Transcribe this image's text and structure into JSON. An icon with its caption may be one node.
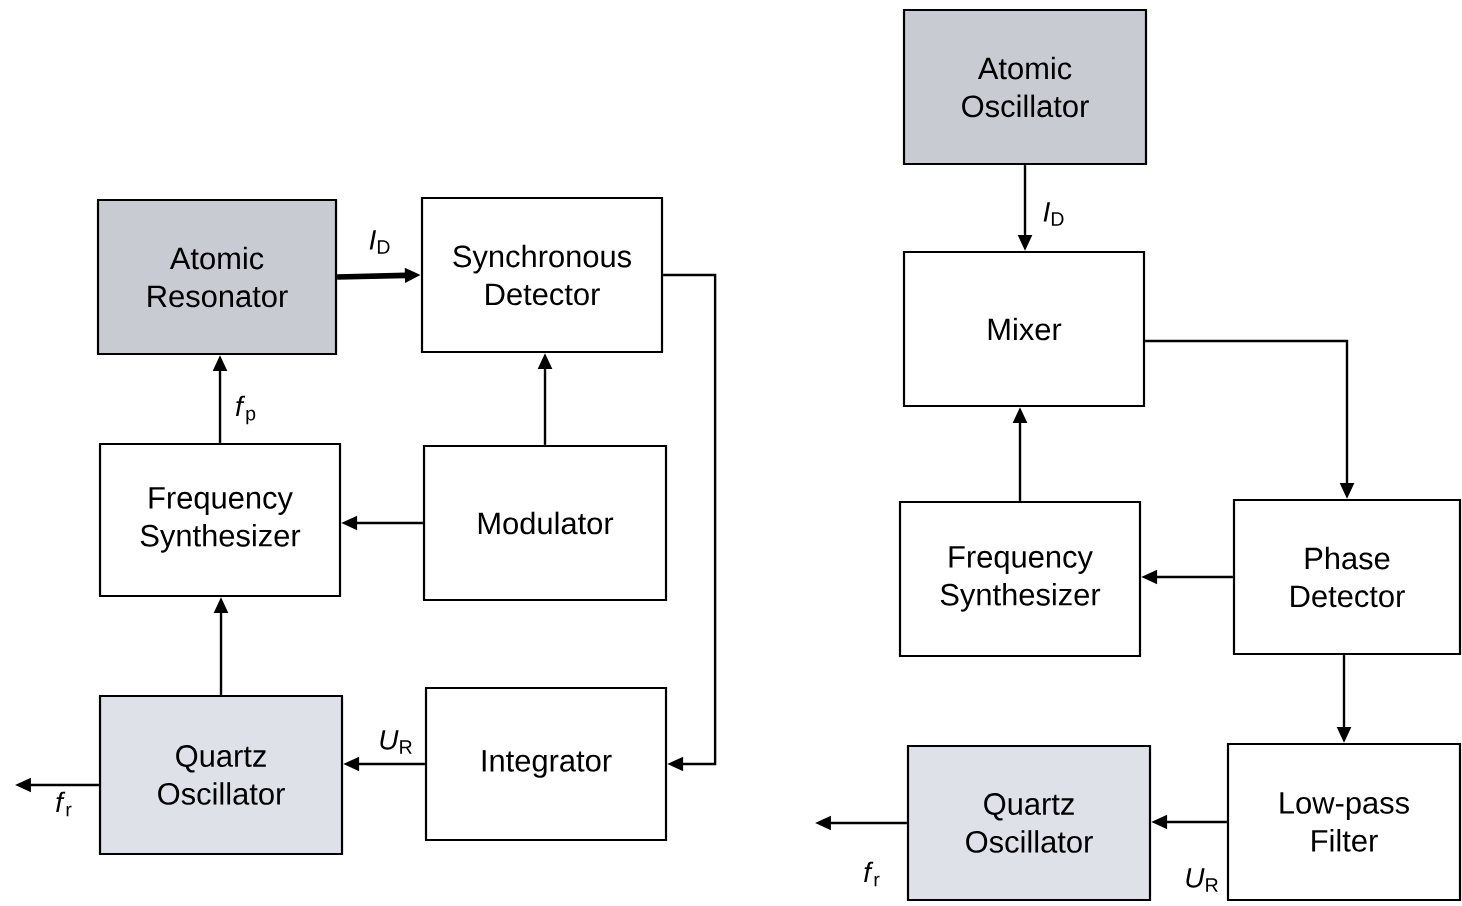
{
  "diagram": {
    "nodes": [
      {
        "text": [
          "Atomic Resonator"
        ]
      },
      {
        "text": [
          "Synchronous Detector"
        ]
      },
      {
        "text": [
          "Frequency Synthesizer"
        ]
      },
      {
        "text": [
          "Modulator"
        ]
      },
      {
        "text": [
          "Quartz Oscillator"
        ]
      },
      {
        "text": [
          "Integrator"
        ]
      },
      {
        "text": [
          "Atomic Oscillator"
        ]
      },
      {
        "text": [
          "Mixer"
        ]
      },
      {
        "text": [
          "Frequency Synthesizer"
        ]
      },
      {
        "text": [
          "Phase Detector"
        ]
      },
      {
        "text": [
          "Quartz Oscillator"
        ]
      },
      {
        "text": [
          "Low-pass Filter"
        ]
      }
    ],
    "edges": [
      {
        "from": 0,
        "to": 1,
        "arrow": "to",
        "label": "*I*$_{D}$",
        "style": "thick"
      },
      {
        "from": 3,
        "to": 1,
        "arrow": "to"
      },
      {
        "from": 3,
        "to": 2,
        "arrow": "to"
      },
      {
        "from": 2,
        "to": 0,
        "arrow": "to",
        "label": "*f*$_{p}$"
      },
      {
        "from": 4,
        "to": 2,
        "arrow": "to"
      },
      {
        "from": 1,
        "to": 5,
        "arrow": "to"
      },
      {
        "from": 5,
        "to": 4,
        "arrow": "to",
        "label": "*U*$_{R}$"
      },
      {
        "from": 4,
        "to": null,
        "arrow": "to",
        "label": "*f*$_{r}$"
      },
      {
        "from": 6,
        "to": 7,
        "arrow": "to",
        "label": "*I*$_{D}$"
      },
      {
        "from": 8,
        "to": 7,
        "arrow": "to"
      },
      {
        "from": 7,
        "to": 9,
        "arrow": "to"
      },
      {
        "from": 9,
        "to": 8,
        "arrow": "to"
      },
      {
        "from": 9,
        "to": 11,
        "arrow": "to"
      },
      {
        "from": 11,
        "to": 10,
        "arrow": "to",
        "label": "*U*$_{R}$"
      },
      {
        "from": 10,
        "to": null,
        "arrow": "to",
        "label": "*f*$_{r}$"
      }
    ]
  }
}
